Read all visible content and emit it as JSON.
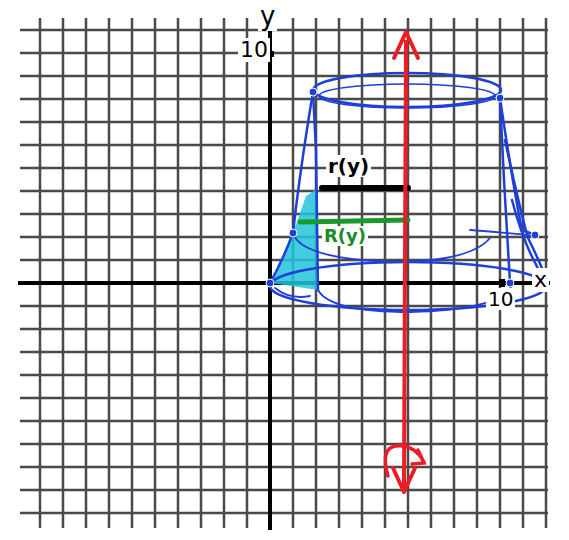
{
  "diagram": {
    "labels": [
      "y",
      "10",
      "r(y)",
      "R(y)",
      "10",
      "x"
    ]
  }
}
